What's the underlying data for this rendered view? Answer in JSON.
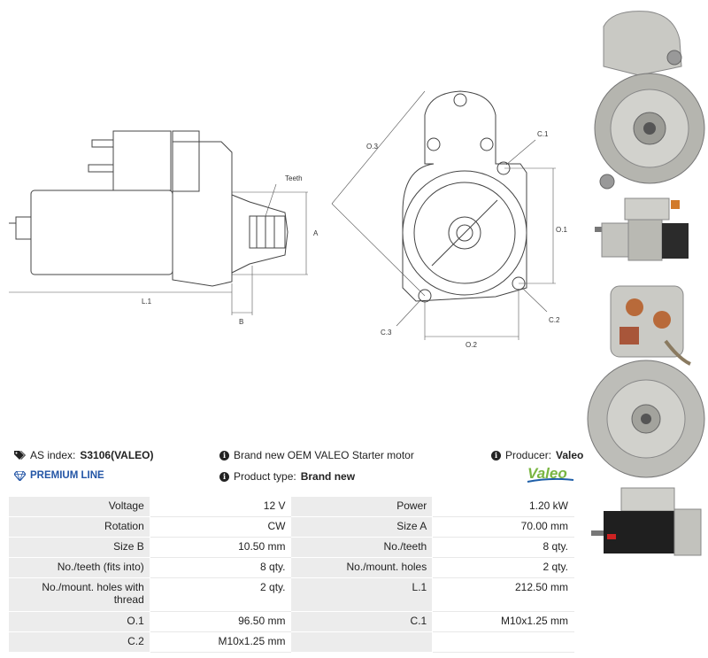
{
  "drawing": {
    "labels": {
      "teeth": "Teeth",
      "a": "A",
      "b": "B",
      "l1": "L.1",
      "o3": "O.3",
      "c1": "C.1",
      "o1": "O.1",
      "c2": "C.2",
      "c3": "C.3",
      "o2": "O.2"
    }
  },
  "logo": {
    "text": "Valeo",
    "color": "#7ab642"
  },
  "info": {
    "as_index_label": "AS index:",
    "as_index_value": "S3106(VALEO)",
    "premium_line": "PREMIUM LINE",
    "description": "Brand new OEM VALEO Starter motor",
    "product_type_label": "Product type:",
    "product_type_value": "Brand new",
    "producer_label": "Producer:",
    "producer_value": "Valeo"
  },
  "spec_rows": [
    {
      "k1": "Voltage",
      "v1": "12 V",
      "k2": "Power",
      "v2": "1.20 kW"
    },
    {
      "k1": "Rotation",
      "v1": "CW",
      "k2": "Size A",
      "v2": "70.00 mm"
    },
    {
      "k1": "Size B",
      "v1": "10.50 mm",
      "k2": "No./teeth",
      "v2": "8 qty."
    },
    {
      "k1": "No./teeth (fits into)",
      "v1": "8 qty.",
      "k2": "No./mount. holes",
      "v2": "2 qty."
    },
    {
      "k1": "No./mount. holes with thread",
      "v1": "2 qty.",
      "k2": "L.1",
      "v2": "212.50 mm"
    },
    {
      "k1": "O.1",
      "v1": "96.50 mm",
      "k2": "C.1",
      "v2": "M10x1.25 mm"
    },
    {
      "k1": "C.2",
      "v1": "M10x1.25 mm",
      "k2": "",
      "v2": ""
    }
  ],
  "colors": {
    "premium": "#2456a6",
    "cell_key_bg": "#ececec"
  }
}
